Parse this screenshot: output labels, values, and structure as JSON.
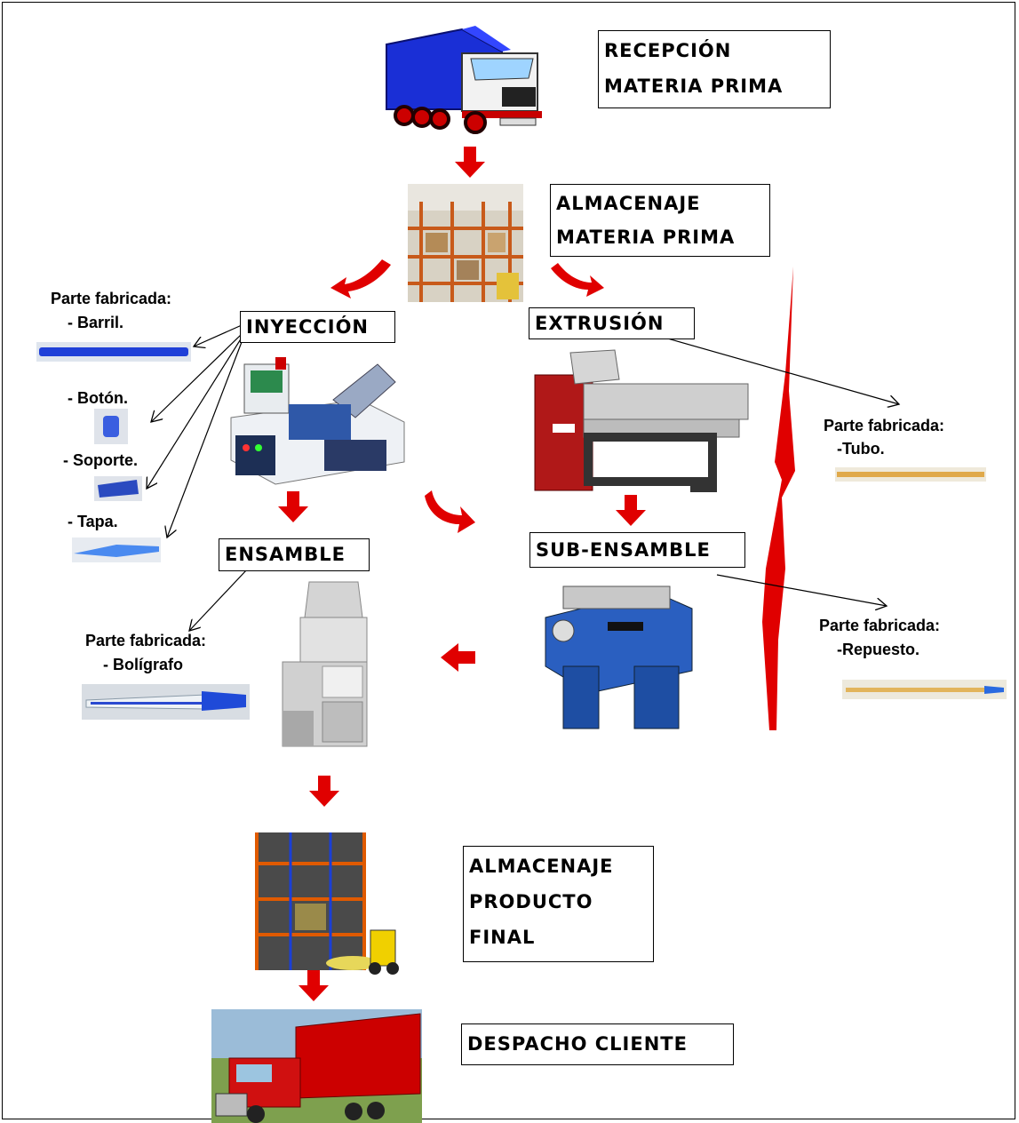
{
  "steps": {
    "recepcion": [
      "RECEPCIÓN",
      "MATERIA PRIMA"
    ],
    "almacenaje_mp": [
      "ALMACENAJE",
      "MATERIA PRIMA"
    ],
    "inyeccion": "INYECCIÓN",
    "extrusion": "EXTRUSIÓN",
    "ensamble": "ENSAMBLE",
    "sub_ensamble": "SUB-ENSAMBLE",
    "almacenaje_pf": [
      "ALMACENAJE",
      "PRODUCTO",
      "FINAL"
    ],
    "despacho": "DESPACHO CLIENTE"
  },
  "parts": {
    "inyeccion_header": "Parte fabricada:",
    "barril": "- Barril.",
    "boton": "- Botón.",
    "soporte": "- Soporte.",
    "tapa": "- Tapa.",
    "extrusion_header": "Parte fabricada:",
    "tubo": "-Tubo.",
    "sub_header": "Parte fabricada:",
    "repuesto": "-Repuesto.",
    "ensamble_header": "Parte fabricada:",
    "boligrafo": "- Bolígrafo"
  },
  "colors": {
    "arrow": "#e00000",
    "truck_blue": "#1a2fd6",
    "machine_blue": "#2a5fc0"
  }
}
